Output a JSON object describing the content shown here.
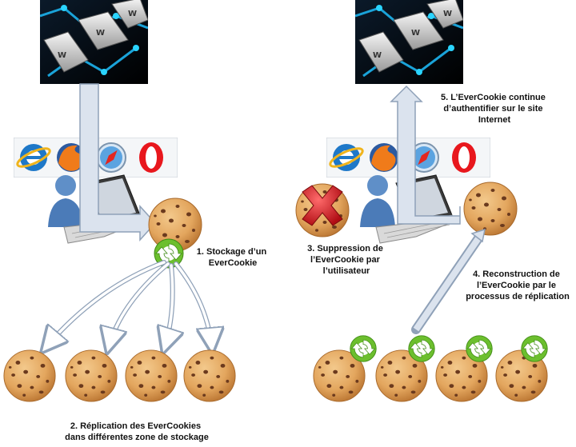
{
  "labels": {
    "step1": [
      "1. Stockage d’un",
      "EverCookie"
    ],
    "step2": [
      "2. Réplication des EverCookies",
      "dans différentes zone de stockage"
    ],
    "step3": [
      "3. Suppression de",
      "l’EverCookie par",
      "l’utilisateur"
    ],
    "step4": [
      "4. Reconstruction de",
      "l’EverCookie par le",
      "processus de réplication"
    ],
    "step5": [
      "5. L’EverCookie continue",
      "d’authentifier sur le site",
      "Internet"
    ]
  },
  "icons": {
    "keyboard": "keyboard-photo-icon",
    "browsers": [
      "ie-icon",
      "firefox-icon",
      "safari-icon",
      "opera-icon"
    ],
    "user": "user-at-laptop-icon",
    "cookie": "cookie-icon",
    "replicate": "green-refresh-icon",
    "delete": "red-x-icon"
  },
  "colors": {
    "arrow_fill": "#dbe3ee",
    "arrow_stroke": "#8fa1b8",
    "cookie": "#e3a65e",
    "cookie_chip": "#6b3a1e",
    "refresh": "#6cbf2e",
    "delete": "#d81f26"
  }
}
